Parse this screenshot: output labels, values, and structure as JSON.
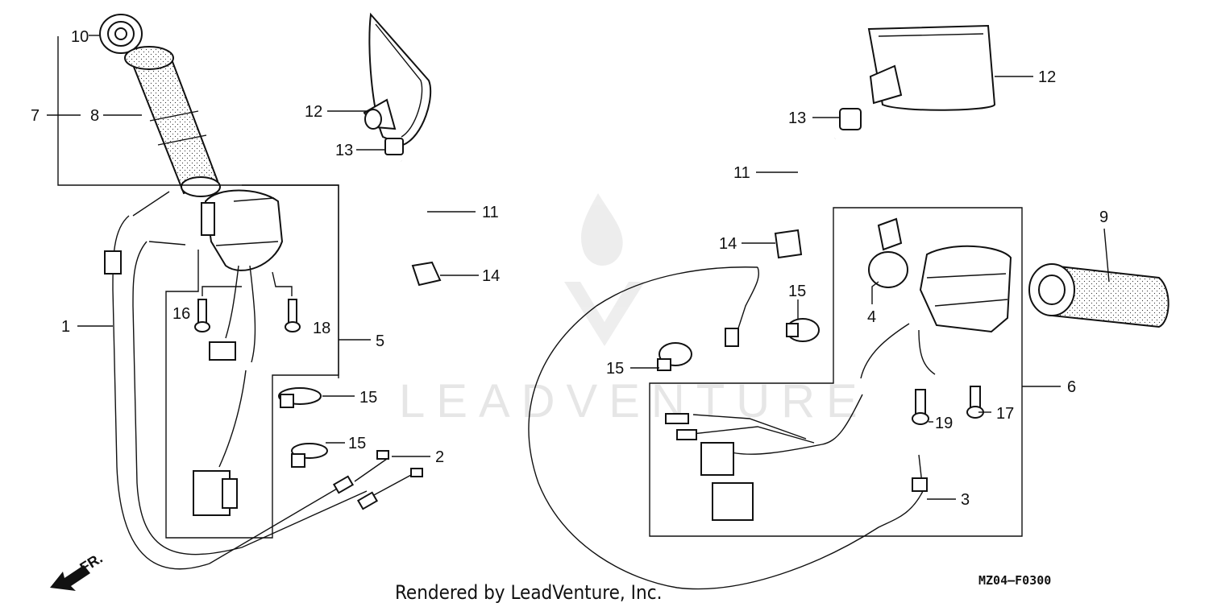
{
  "diagram": {
    "callouts": [
      {
        "id": "c10a",
        "text": "10"
      },
      {
        "id": "c7",
        "text": "7"
      },
      {
        "id": "c8",
        "text": "8"
      },
      {
        "id": "c1",
        "text": "1"
      },
      {
        "id": "c16",
        "text": "16"
      },
      {
        "id": "c18",
        "text": "18"
      },
      {
        "id": "c5",
        "text": "5"
      },
      {
        "id": "c15a",
        "text": "15"
      },
      {
        "id": "c15b",
        "text": "15"
      },
      {
        "id": "c2",
        "text": "2"
      },
      {
        "id": "c12a",
        "text": "12"
      },
      {
        "id": "c13a",
        "text": "13"
      },
      {
        "id": "c11a",
        "text": "11"
      },
      {
        "id": "c14a",
        "text": "14"
      },
      {
        "id": "c12b",
        "text": "12"
      },
      {
        "id": "c13b",
        "text": "13"
      },
      {
        "id": "c11b",
        "text": "11"
      },
      {
        "id": "c14b",
        "text": "14"
      },
      {
        "id": "c15c",
        "text": "15"
      },
      {
        "id": "c4",
        "text": "4"
      },
      {
        "id": "c15d",
        "text": "15"
      },
      {
        "id": "c9",
        "text": "9"
      },
      {
        "id": "c6",
        "text": "6"
      },
      {
        "id": "c19",
        "text": "19"
      },
      {
        "id": "c17",
        "text": "17"
      },
      {
        "id": "c3",
        "text": "3"
      }
    ],
    "direction_label": "FR.",
    "watermark": "LEADVENTURE",
    "footer_text": "Rendered by LeadVenture, Inc.",
    "diagram_code": "MZ04–F0300"
  }
}
